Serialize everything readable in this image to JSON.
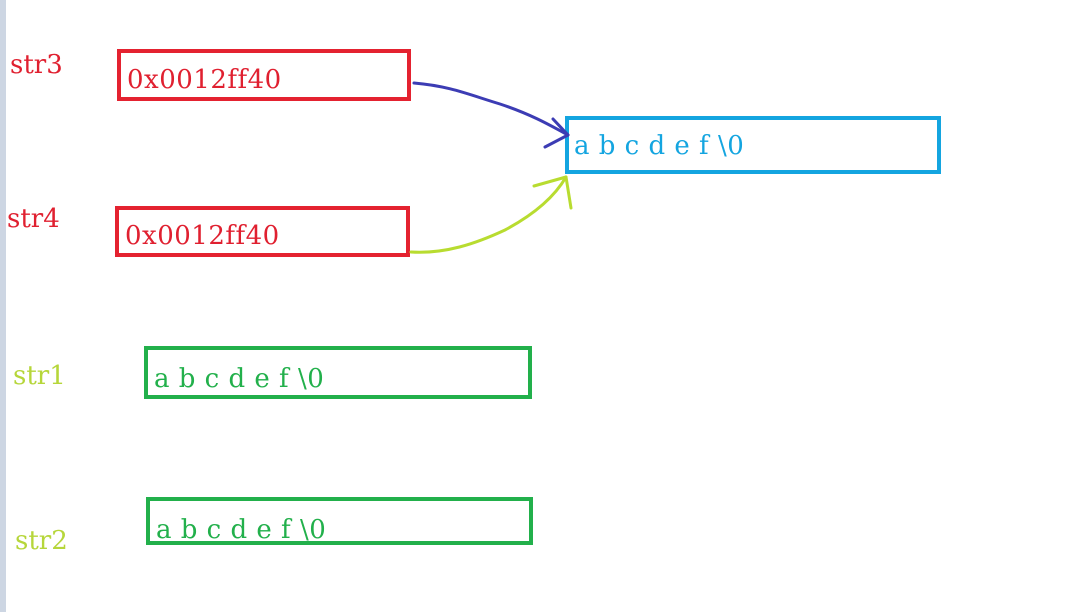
{
  "colors": {
    "pointer_label": "#e02030",
    "array_label": "#b6d63a",
    "pointer_box": "#e42230",
    "string_box": "#14a5e0",
    "array_box": "#22b04b",
    "arrow_str3": "#3c3cb4",
    "arrow_str4": "#b8dc30"
  },
  "pointers": [
    {
      "label": "str3",
      "value": "0x0012ff40"
    },
    {
      "label": "str4",
      "value": "0x0012ff40"
    }
  ],
  "literal": {
    "value": "a b c d e f \\0"
  },
  "arrays": [
    {
      "label": "str1",
      "value": "a b c d e f \\0"
    },
    {
      "label": "str2",
      "value": "a b c d e f \\0"
    }
  ]
}
